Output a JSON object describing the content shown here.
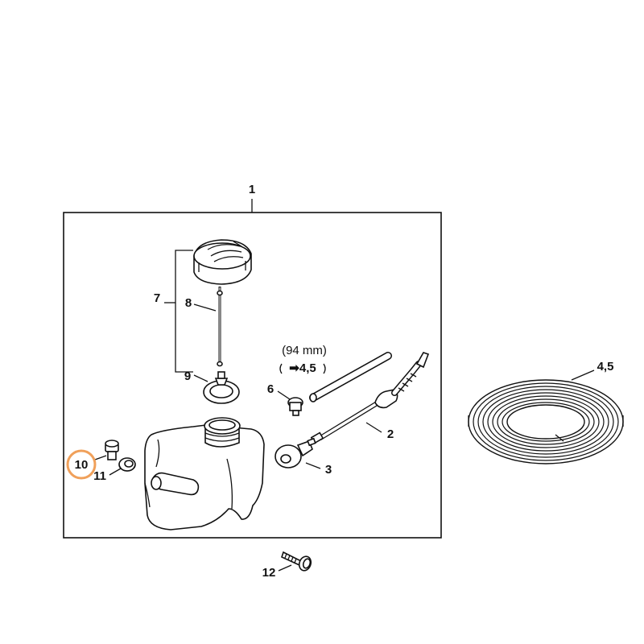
{
  "callouts": {
    "c1": "1",
    "c2": "2",
    "c3": "3",
    "c45": "4,5",
    "c6": "6",
    "c7": "7",
    "c8": "8",
    "c9": "9",
    "c10": "10",
    "c11": "11",
    "c12": "12"
  },
  "annotation": {
    "length": "(94 mm)",
    "ref_arrow": "➡",
    "ref_parts": "4,5"
  },
  "highlight": {
    "part": "10",
    "color": "#f0a05a"
  }
}
